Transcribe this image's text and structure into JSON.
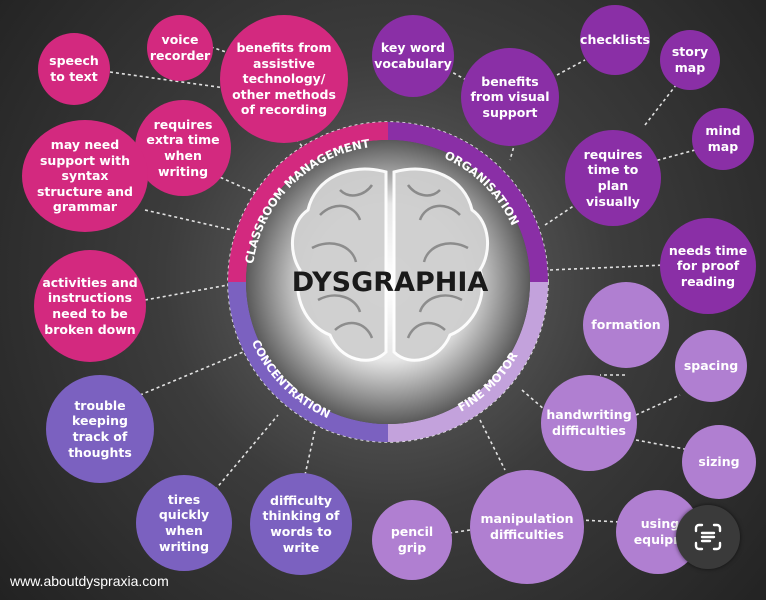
{
  "center": {
    "title": "DYSGRAPHIA",
    "segments": {
      "classroom": "CLASSROOM MANAGEMENT",
      "organisation": "ORGANISATION",
      "fine_motor": "FINE MOTOR",
      "concentration": "CONCENTRATION"
    }
  },
  "bubbles": {
    "speech_to_text": "speech to text",
    "voice_recorder": "voice recorder",
    "benefits_assistive": "benefits from assistive technology/ other methods of recording",
    "key_word": "key word vocabulary",
    "benefits_visual": "benefits from visual support",
    "checklists": "checklists",
    "story_map": "story map",
    "mind_map": "mind map",
    "requires_time_plan": "requires time to plan visually",
    "needs_time_proof": "needs time for proof reading",
    "requires_extra_time": "requires extra time when writing",
    "may_need_support": "may need support with syntax structure and grammar",
    "activities_broken": "activities and instructions need to be broken down",
    "trouble_tracking": "trouble keeping track of thoughts",
    "tires_quickly": "tires quickly when writing",
    "difficulty_thinking": "difficulty thinking of words to write",
    "formation": "formation",
    "spacing": "spacing",
    "handwriting_difficulties": "handwriting difficulties",
    "sizing": "sizing",
    "manipulation_difficulties": "manipulation difficulties",
    "pencil_grip": "pencil grip",
    "using_equipment": "using equipm"
  },
  "footer": {
    "website": "www.aboutdyspraxia.com"
  },
  "colors": {
    "magenta": "#d3297f",
    "purple": "#8a2fa6",
    "lavender": "#b07fd1",
    "blue": "#7b61c0"
  },
  "icons": {
    "scan": "scan-text-icon"
  }
}
